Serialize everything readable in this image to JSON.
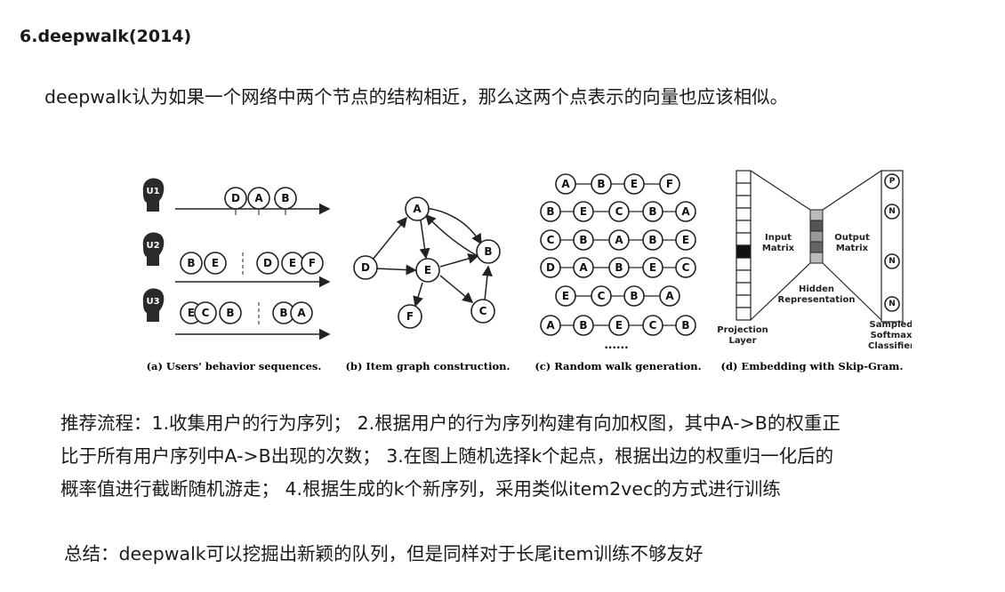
{
  "heading": "6.deepwalk(2014)",
  "intro": "deepwalk认为如果一个网络中两个节点的结构相近，那么这两个点表示的向量也应该相似。",
  "figure": {
    "panel_a": {
      "caption": "(a) Users' behavior sequences.",
      "users": [
        "U1",
        "U2",
        "U3"
      ],
      "u1_items": [
        "D",
        "A",
        "B"
      ],
      "u2_items": [
        "B",
        "E",
        "D",
        "E",
        "F"
      ],
      "u3_items": [
        "E",
        "C",
        "B",
        "B",
        "A"
      ]
    },
    "panel_b": {
      "caption": "(b) Item graph construction.",
      "nodes": [
        "A",
        "B",
        "D",
        "E",
        "F",
        "C"
      ]
    },
    "panel_c": {
      "caption": "(c) Random walk generation.",
      "walks": [
        [
          "A",
          "B",
          "E",
          "F"
        ],
        [
          "B",
          "E",
          "C",
          "B",
          "A"
        ],
        [
          "C",
          "B",
          "A",
          "B",
          "E"
        ],
        [
          "D",
          "A",
          "B",
          "E",
          "C"
        ],
        [
          "E",
          "C",
          "B",
          "A"
        ],
        [
          "A",
          "B",
          "E",
          "C",
          "B"
        ]
      ],
      "ellipsis": "......"
    },
    "panel_d": {
      "caption": "(d) Embedding with Skip-Gram.",
      "input_label_1": "Input",
      "input_label_2": "Matrix",
      "output_label_1": "Output",
      "output_label_2": "Matrix",
      "hidden_label_1": "Hidden",
      "hidden_label_2": "Representation",
      "projection_label_1": "Projection",
      "projection_label_2": "Layer",
      "softmax_label_1": "Sampled",
      "softmax_label_2": "Softmax",
      "softmax_label_3": "Classifier",
      "out_nodes": [
        "P",
        "N",
        "N",
        "N"
      ]
    }
  },
  "process": {
    "line1": "推荐流程：1.收集用户的行为序列； 2.根据用户的行为序列构建有向加权图，其中A->B的权重正",
    "line2": "比于所有用户序列中A->B出现的次数； 3.在图上随机选择k个起点，根据出边的权重归一化后的",
    "line3": "概率值进行截断随机游走； 4.根据生成的k个新序列，采用类似item2vec的方式进行训练"
  },
  "summary": "总结：deepwalk可以挖掘出新颖的队列，但是同样对于长尾item训练不够友好"
}
